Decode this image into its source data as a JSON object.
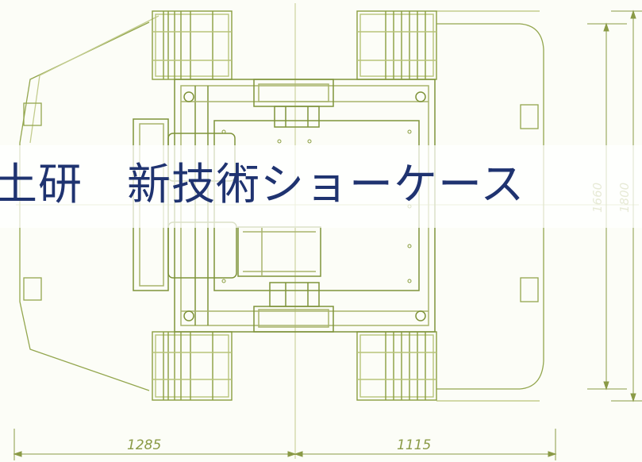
{
  "banner": {
    "title": "土研　新技術ショーケース"
  },
  "dimensions": {
    "left_length": "1285",
    "right_length": "1115",
    "inner_width": "1660",
    "outer_width": "1800"
  },
  "colors": {
    "line": "#7f933a",
    "line_light": "#b8c47a",
    "banner_text": "#1f3370"
  }
}
